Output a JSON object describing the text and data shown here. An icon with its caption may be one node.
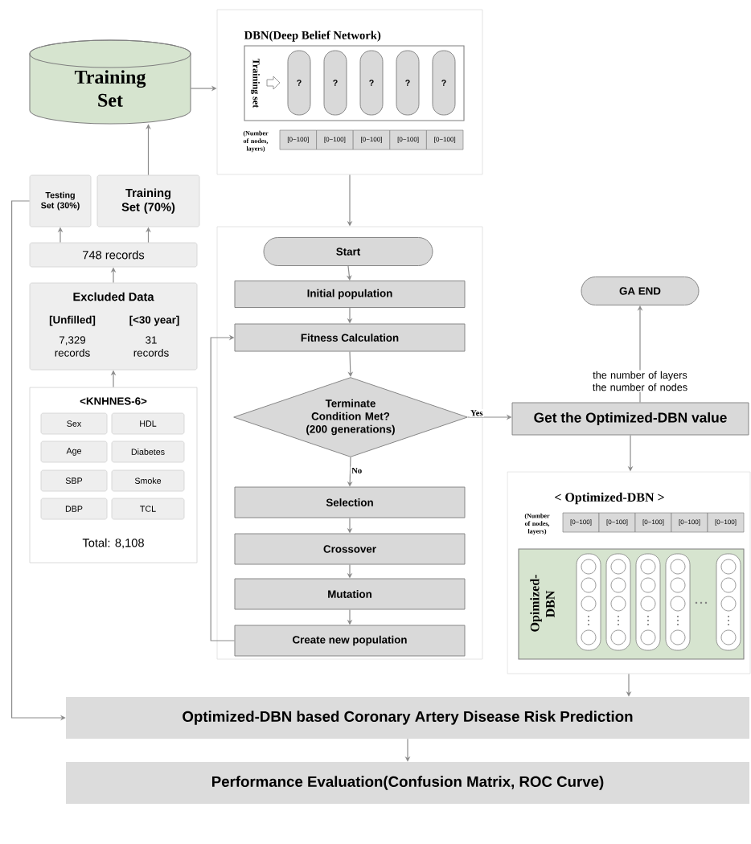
{
  "diagram": {
    "nodes": [
      {
        "text": [
          "Training Set"
        ]
      },
      {
        "text": [
          "DBN(Deep Belief Network)"
        ]
      },
      {
        "text": [
          "Training set"
        ],
        "in": 1
      },
      {
        "text": [
          "?"
        ],
        "in": 2
      },
      {
        "text": [
          "?"
        ],
        "in": 2
      },
      {
        "text": [
          "?"
        ],
        "in": 2
      },
      {
        "text": [
          "?"
        ],
        "in": 2
      },
      {
        "text": [
          "?"
        ],
        "in": 2
      },
      {
        "text": [
          "[0~100]"
        ],
        "in": 1
      },
      {
        "text": [
          "[0~100]"
        ],
        "in": 1
      },
      {
        "text": [
          "[0~100]"
        ],
        "in": 1
      },
      {
        "text": [
          "[0~100]"
        ],
        "in": 1
      },
      {
        "text": [
          "[0~100]"
        ],
        "in": 1
      },
      {
        "text": [
          "Testing Set (30%)"
        ]
      },
      {
        "text": [
          "Training Set (70%)"
        ]
      },
      {
        "text": [
          "748 records"
        ]
      },
      {
        "text": [
          "Excluded Data",
          "[Unfilled]",
          "7,329 records",
          "[<30 year]",
          "31 records"
        ]
      },
      {
        "text": [
          "<KNHNES-6>",
          "Total: 8,108"
        ]
      },
      {
        "text": [
          "Sex"
        ],
        "in": 17
      },
      {
        "text": [
          "HDL"
        ],
        "in": 17
      },
      {
        "text": [
          "Age"
        ],
        "in": 17
      },
      {
        "text": [
          "Diabetes"
        ],
        "in": 17
      },
      {
        "text": [
          "SBP"
        ],
        "in": 17
      },
      {
        "text": [
          "Smoke"
        ],
        "in": 17
      },
      {
        "text": [
          "DBP"
        ],
        "in": 17
      },
      {
        "text": [
          "TCL"
        ],
        "in": 17
      },
      {
        "text": [],
        "shape": "box"
      },
      {
        "text": [
          "Start"
        ],
        "in": 26
      },
      {
        "text": [
          "Initial population"
        ],
        "in": 26
      },
      {
        "text": [
          "Fitness Calculation"
        ],
        "in": 26
      },
      {
        "text": [
          "Terminate Condition Met? (200 generations)"
        ],
        "in": 26
      },
      {
        "text": [
          "Selection"
        ],
        "in": 26
      },
      {
        "text": [
          "Crossover"
        ],
        "in": 26
      },
      {
        "text": [
          "Mutation"
        ],
        "in": 26
      },
      {
        "text": [
          "Create new population"
        ],
        "in": 26
      },
      {
        "text": [
          "GA END"
        ]
      },
      {
        "text": [
          "Get the Optimized-DBN value"
        ]
      },
      {
        "text": [
          "< Optimized-DBN >"
        ]
      },
      {
        "text": [
          "[0~100]"
        ],
        "in": 37
      },
      {
        "text": [
          "[0~100]"
        ],
        "in": 37
      },
      {
        "text": [
          "[0~100]"
        ],
        "in": 37
      },
      {
        "text": [
          "[0~100]"
        ],
        "in": 37
      },
      {
        "text": [
          "[0~100]"
        ],
        "in": 37
      },
      {
        "text": [
          "Opimized-DBN"
        ],
        "in": 37
      },
      {
        "text": [
          "Optimized-DBN based Coronary Artery Disease Risk Prediction"
        ]
      },
      {
        "text": [
          "Performance Evaluation(Confusion Matrix, ROC Curve)"
        ]
      }
    ],
    "edges": [
      {
        "from": 14,
        "to": 0,
        "arrow": "to"
      },
      {
        "from": 15,
        "to": 13,
        "arrow": "to"
      },
      {
        "from": 15,
        "to": 14,
        "arrow": "to"
      },
      {
        "from": 16,
        "to": 15,
        "arrow": "to"
      },
      {
        "from": 17,
        "to": 16,
        "arrow": "to"
      },
      {
        "from": 0,
        "to": 1,
        "arrow": "to"
      },
      {
        "from": 1,
        "to": 26,
        "arrow": "to"
      },
      {
        "from": 27,
        "to": 28,
        "arrow": "to"
      },
      {
        "from": 28,
        "to": 29,
        "arrow": "to"
      },
      {
        "from": 29,
        "to": 30,
        "arrow": "to"
      },
      {
        "from": 30,
        "to": 36,
        "arrow": "to",
        "label": "Yes"
      },
      {
        "from": 30,
        "to": 31,
        "arrow": "to",
        "label": "No"
      },
      {
        "from": 31,
        "to": 32,
        "arrow": "to"
      },
      {
        "from": 32,
        "to": 33,
        "arrow": "to"
      },
      {
        "from": 33,
        "to": 34,
        "arrow": "to"
      },
      {
        "from": 34,
        "to": 29,
        "arrow": "to"
      },
      {
        "from": 36,
        "to": 35,
        "arrow": "to",
        "label": "the number of layers the number of nodes"
      },
      {
        "from": 36,
        "to": 37,
        "arrow": "to"
      },
      {
        "from": 37,
        "to": 44,
        "arrow": "to"
      },
      {
        "from": 44,
        "to": 45,
        "arrow": "to"
      },
      {
        "from": 13,
        "to": 44,
        "arrow": "to"
      }
    ],
    "labels": [
      "(Number of nodes, layers)",
      "(Number of nodes, layers)"
    ]
  }
}
